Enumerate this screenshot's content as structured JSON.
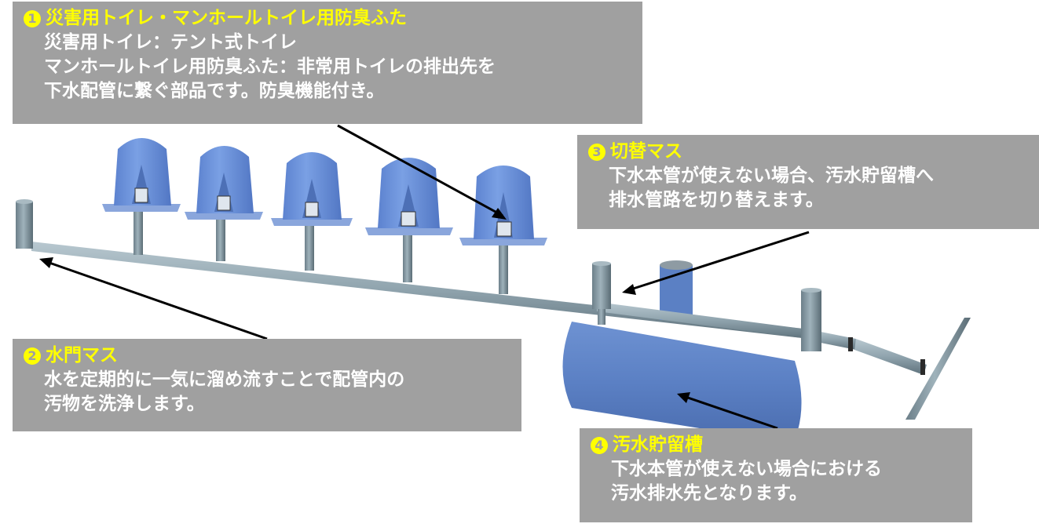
{
  "colors": {
    "callout_bg": "#a0a0a0",
    "title_text": "#ffff00",
    "body_text": "#ffffff",
    "arrow": "#000000",
    "tent_blue": "#6b8fd6",
    "pipe_gray": "#8fa3ad",
    "tank_blue": "#5b80c4"
  },
  "callouts": [
    {
      "number": "1",
      "title": "災害用トイレ・マンホールトイレ用防臭ふた",
      "lines": [
        "災害用トイレ：テント式トイレ",
        "マンホールトイレ用防臭ふた：非常用トイレの排出先を",
        "下水配管に繋ぐ部品です。防臭機能付き。"
      ]
    },
    {
      "number": "2",
      "title": "水門マス",
      "lines": [
        "水を定期的に一気に溜め流すことで配管内の",
        "汚物を洗浄します。"
      ]
    },
    {
      "number": "3",
      "title": "切替マス",
      "lines": [
        "下水本管が使えない場合、汚水貯留槽へ",
        "排水管路を切り替えます。"
      ]
    },
    {
      "number": "4",
      "title": "汚水貯留槽",
      "lines": [
        "下水本管が使えない場合における",
        "汚水排水先となります。"
      ]
    }
  ],
  "diagram": {
    "tent_toilets_count": 5,
    "components": [
      "tent-toilet",
      "water-gate-basin",
      "switching-basin",
      "sewage-storage-tank",
      "main-sewer-pipe"
    ]
  }
}
